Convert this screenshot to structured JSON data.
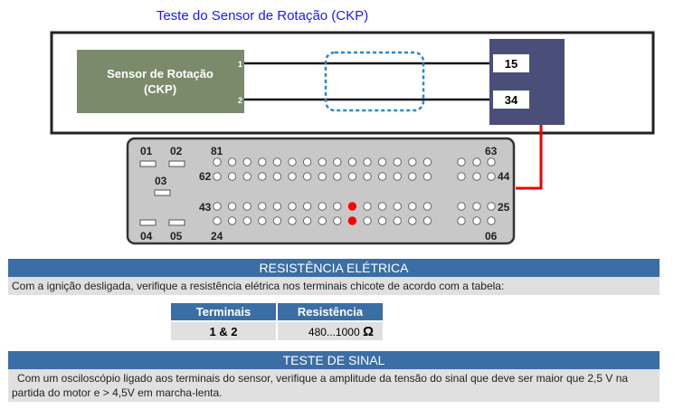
{
  "title": "Teste do Sensor de Rotação (CKP)",
  "sensor": {
    "label1": "Sensor de Rotação",
    "label2": "(CKP)",
    "pin1": "1",
    "pin2": "2"
  },
  "ecu": {
    "pin_a": "15",
    "pin_b": "34"
  },
  "connector": {
    "labels": {
      "p01": "01",
      "p02": "02",
      "p03": "03",
      "p04": "04",
      "p05": "05",
      "p81": "81",
      "p62": "62",
      "p43": "43",
      "p24": "24",
      "p63": "63",
      "p44": "44",
      "p25": "25",
      "p06": "06"
    },
    "highlight_color": "#ff0000"
  },
  "resistance": {
    "header": "RESISTÊNCIA ELÉTRICA",
    "text": "Com a ignição desligada, verifique a resistência elétrica nos terminais chicote de acordo com a tabela:",
    "table": {
      "headers": [
        "Terminais",
        "Resistência"
      ],
      "rows": [
        {
          "terminals": "1 & 2",
          "value": "480...1000",
          "unit": "Ω"
        }
      ]
    }
  },
  "signal": {
    "header": "TESTE DE SINAL",
    "text": "Com um osciloscópio ligado aos terminais do sensor, verifique a amplitude da tensão do sinal que deve ser maior que 2,5 V na partida do motor e > 4,5V em marcha-lenta."
  }
}
